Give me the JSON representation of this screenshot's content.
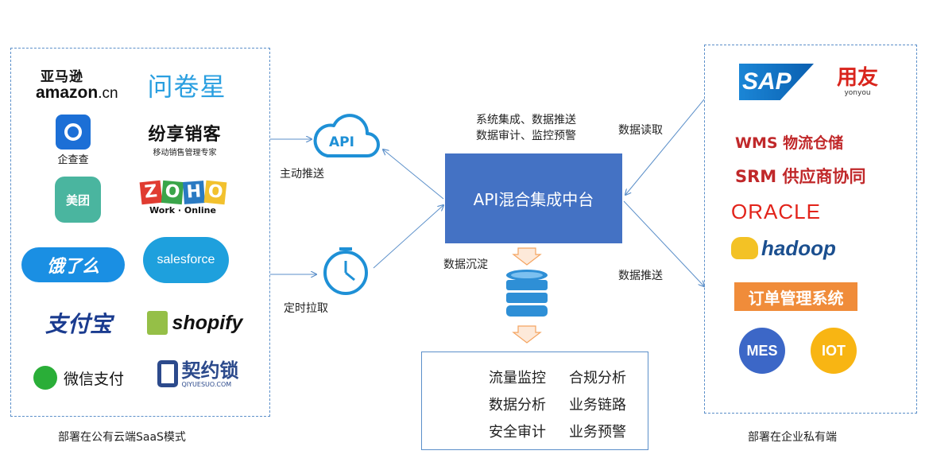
{
  "left_panel": {
    "caption": "部署在公有云端SaaS模式",
    "logos": {
      "amazon_cn": "亚马逊",
      "amazon_en": "amazon",
      "amazon_suffix": ".cn",
      "wenjuanxing": "问卷星",
      "qichacha": "企查查",
      "fenxiang": "纷享销客",
      "fenxiang_sub": "移动销售管理专家",
      "meituan": "美团",
      "zoho_letters": [
        "Z",
        "O",
        "H",
        "O"
      ],
      "zoho_sub": "Work · Online",
      "eleme": "饿了么",
      "salesforce": "salesforce",
      "alipay": "支付宝",
      "shopify": "shopify",
      "wechatpay": "微信支付",
      "qiyuesuo": "契约锁",
      "qiyuesuo_sub": "QIYUESUO.COM"
    }
  },
  "right_panel": {
    "caption": "部署在企业私有端",
    "logos": {
      "sap": "SAP",
      "yonyou": "用友",
      "yonyou_sub": "yonyou",
      "wms": "WMS 物流仓储",
      "srm": "SRM 供应商协同",
      "oracle": "ORACLE",
      "hadoop": "hadoop",
      "order_system": "订单管理系统",
      "mes": "MES",
      "iot": "IOT"
    }
  },
  "flow": {
    "api_icon": "API",
    "active_push": "主动推送",
    "scheduled_pull": "定时拉取",
    "center_title": "API混合集成中台",
    "features_line1": "系统集成、数据推送",
    "features_line2": "数据审计、监控预警",
    "data_read": "数据读取",
    "data_push": "数据推送",
    "data_settle": "数据沉淀"
  },
  "functions": {
    "items": [
      "流量监控",
      "合规分析",
      "数据分析",
      "业务链路",
      "安全审计",
      "业务预警"
    ]
  },
  "colors": {
    "line": "#5b8fc9",
    "center": "#4472c4",
    "arrow_orange": "#f4a460",
    "db_blue": "#2e8fd6",
    "icon_blue": "#1e90d6",
    "order_orange": "#f08c3a",
    "mes_blue": "#3c67c7",
    "iot_yellow": "#f8b513"
  }
}
